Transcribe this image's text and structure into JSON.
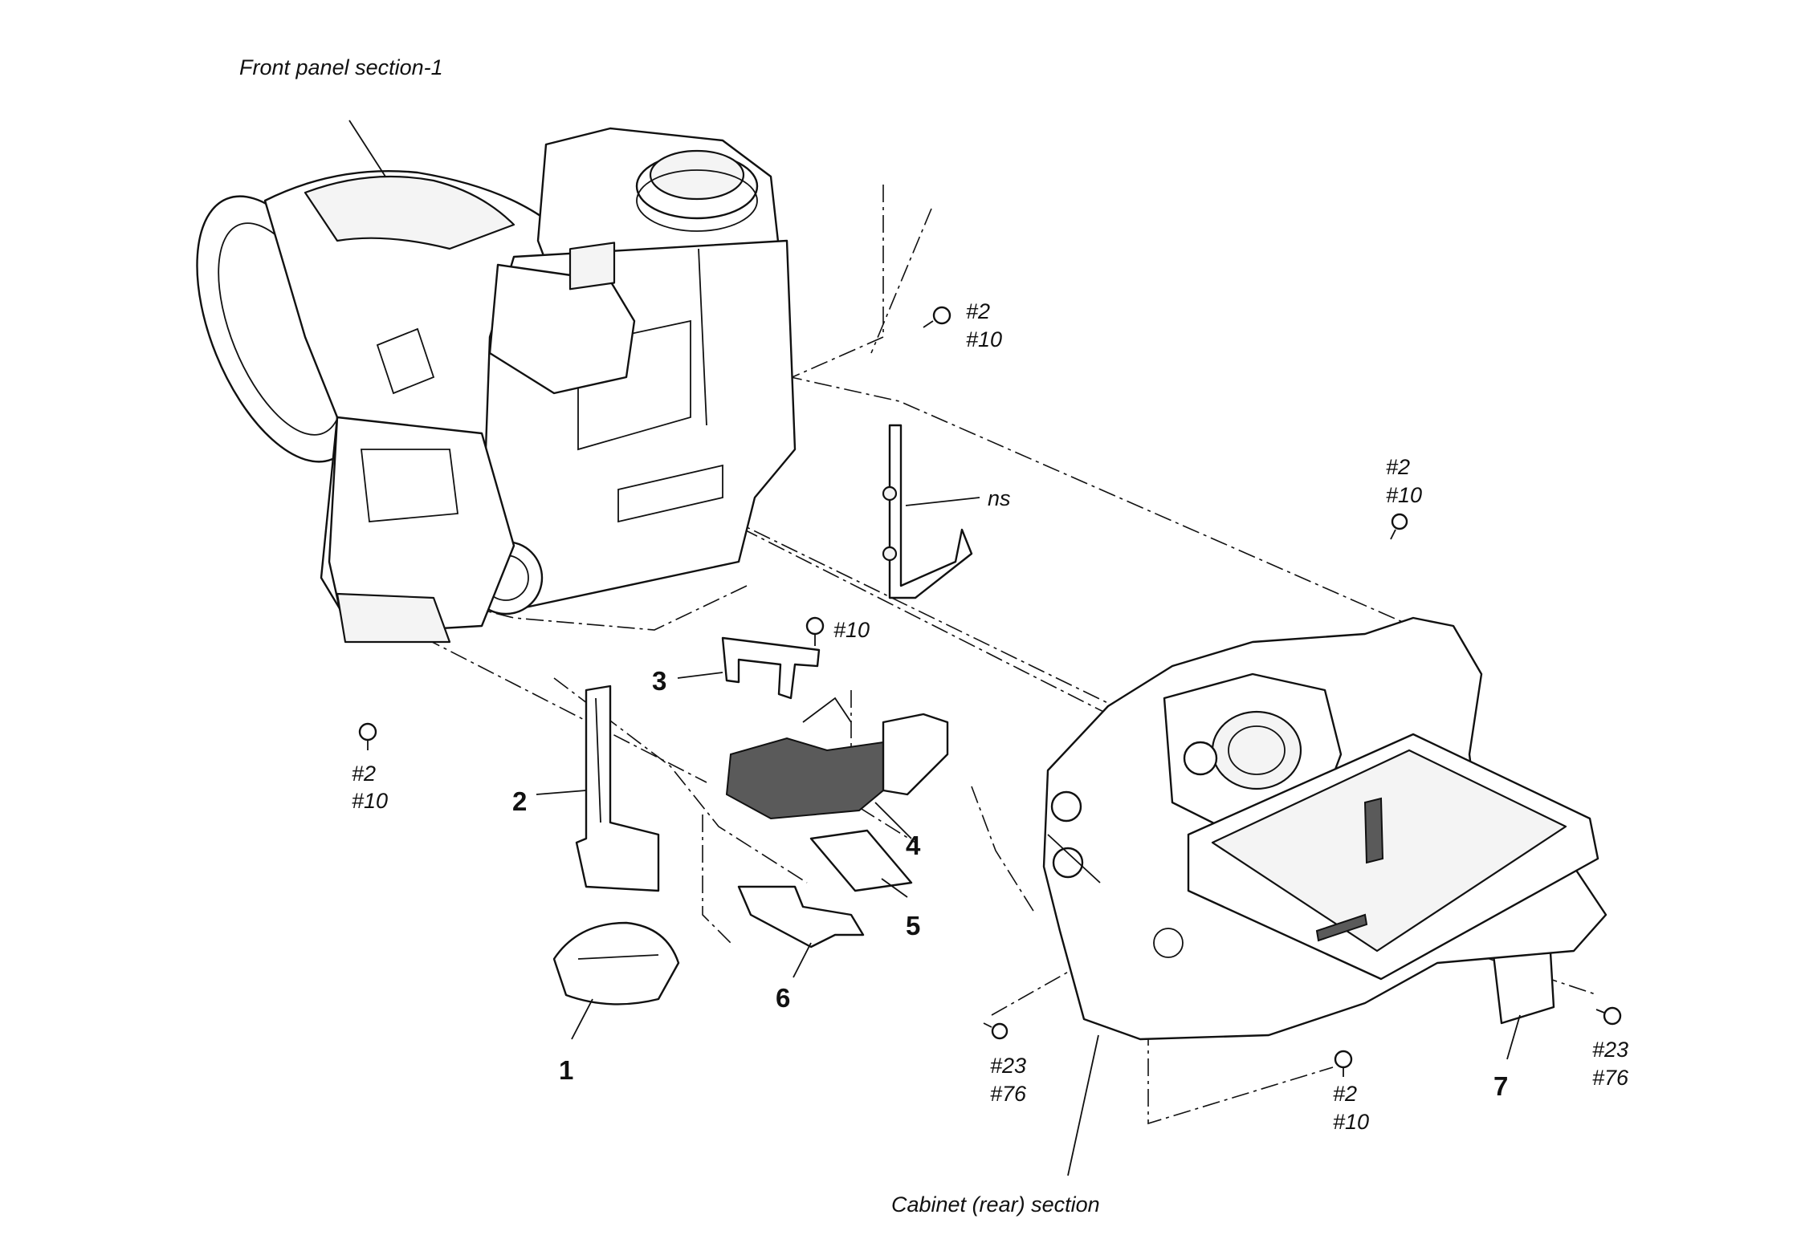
{
  "section_labels": {
    "front_panel": "Front panel section-1",
    "cabinet_rear": "Cabinet (rear) section"
  },
  "parts": {
    "p1": "1",
    "p2": "2",
    "p3": "3",
    "p4": "4",
    "p5": "5",
    "p6": "6",
    "p7": "7",
    "ns": "ns"
  },
  "screws": {
    "s_top_a": "#2",
    "s_top_b": "#10",
    "s_right_a": "#2",
    "s_right_b": "#10",
    "s_mid": "#10",
    "s_left_a": "#2",
    "s_left_b": "#10",
    "s_bl_a": "#23",
    "s_bl_b": "#76",
    "s_bm_a": "#2",
    "s_bm_b": "#10",
    "s_br_a": "#23",
    "s_br_b": "#76"
  }
}
